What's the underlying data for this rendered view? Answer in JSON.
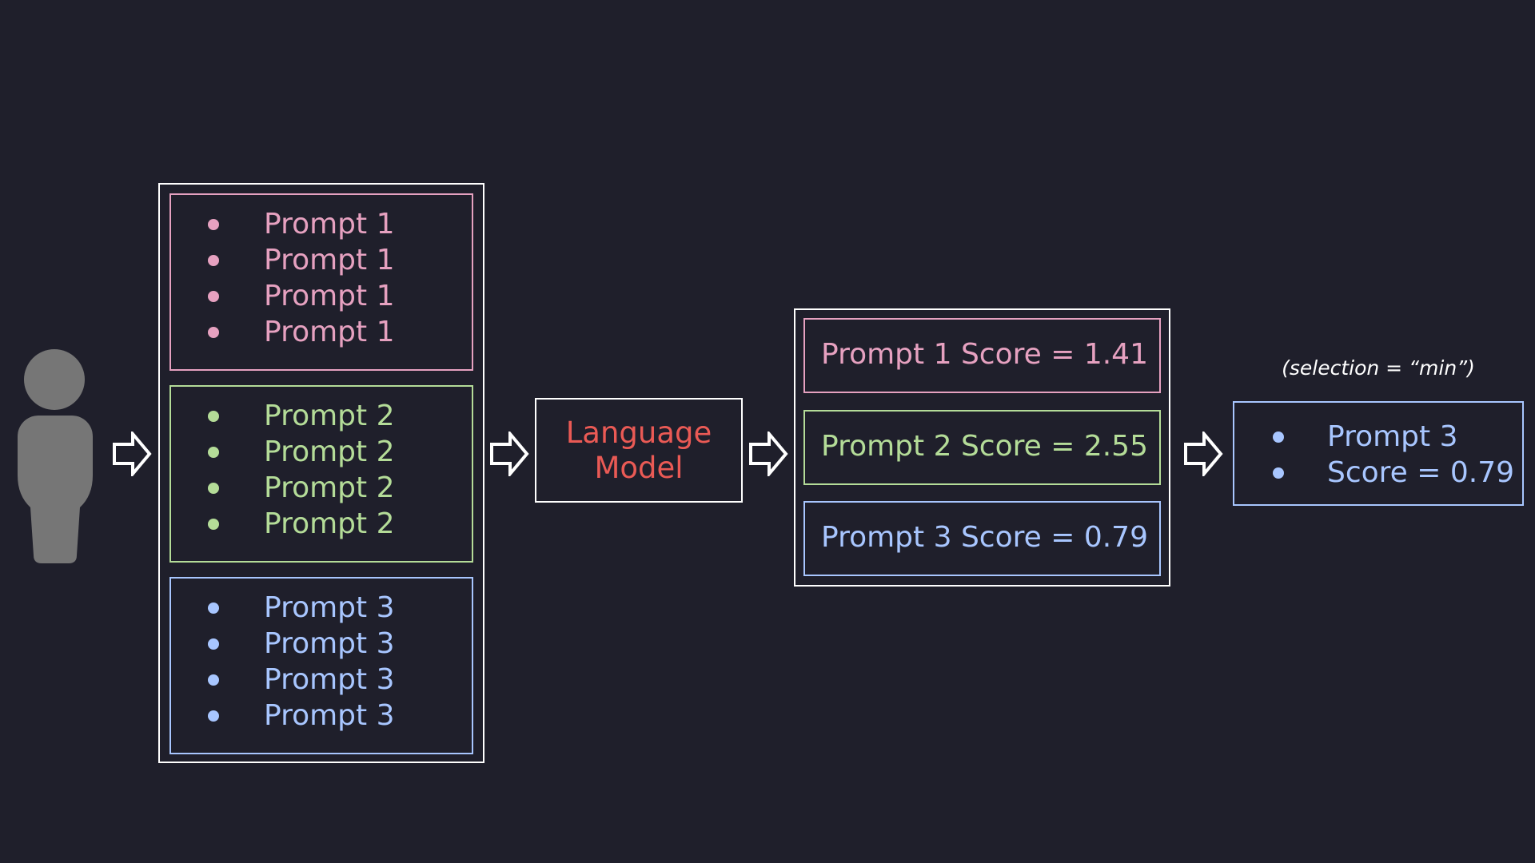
{
  "prompt_groups": [
    {
      "color": "#e6a1c0",
      "items": [
        "Prompt 1",
        "Prompt 1",
        "Prompt 1",
        "Prompt 1"
      ]
    },
    {
      "color": "#b4dc98",
      "items": [
        "Prompt 2",
        "Prompt 2",
        "Prompt 2",
        "Prompt 2"
      ]
    },
    {
      "color": "#a8c6ff",
      "items": [
        "Prompt 3",
        "Prompt 3",
        "Prompt 3",
        "Prompt 3"
      ]
    }
  ],
  "model": {
    "line1": "Language",
    "line2": "Model",
    "color": "#ea5a55"
  },
  "scores": [
    {
      "label": "Prompt 1 Score = 1.41",
      "color": "#e6a1c0"
    },
    {
      "label": "Prompt 2 Score = 2.55",
      "color": "#b4dc98"
    },
    {
      "label": "Prompt 3 Score = 0.79",
      "color": "#a8c6ff"
    }
  ],
  "selection_caption": "(selection = “min”)",
  "result": {
    "items": [
      "Prompt 3",
      "Score = 0.79"
    ],
    "color": "#a8c6ff"
  },
  "icons": [
    "user-icon",
    "arrow-right-icon"
  ],
  "background": "#1f1f2b"
}
